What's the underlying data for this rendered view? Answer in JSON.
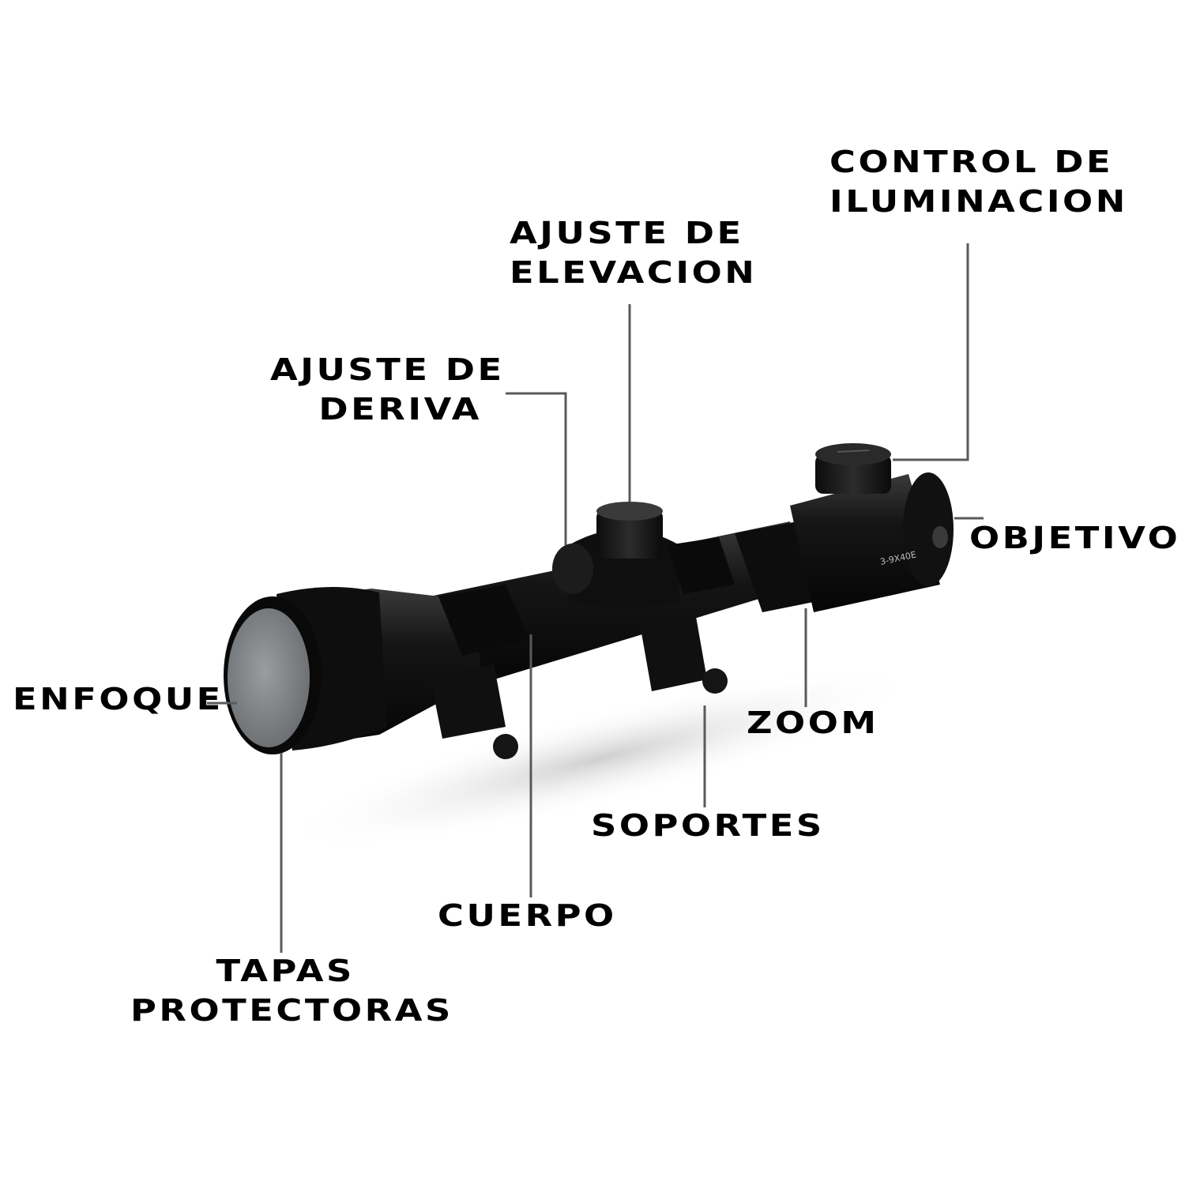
{
  "diagram": {
    "subject": "rifle scope",
    "model_marking": "3-9X40E",
    "labels": {
      "control_iluminacion": [
        "CONTROL DE",
        "ILUMINACION"
      ],
      "ajuste_elevacion": [
        "AJUSTE DE",
        "ELEVACION"
      ],
      "ajuste_deriva": [
        "AJUSTE DE",
        "DERIVA"
      ],
      "objetivo": "OBJETIVO",
      "enfoque": "ENFOQUE",
      "zoom": "ZOOM",
      "soportes": "SOPORTES",
      "cuerpo": "CUERPO",
      "tapas_protectoras": [
        "TAPAS",
        "PROTECTORAS"
      ]
    },
    "colors": {
      "background": "#ffffff",
      "text": "#000000",
      "leader_line": "#5a5a5a",
      "scope_body": "#111111",
      "lens": "#8a8d90"
    }
  }
}
